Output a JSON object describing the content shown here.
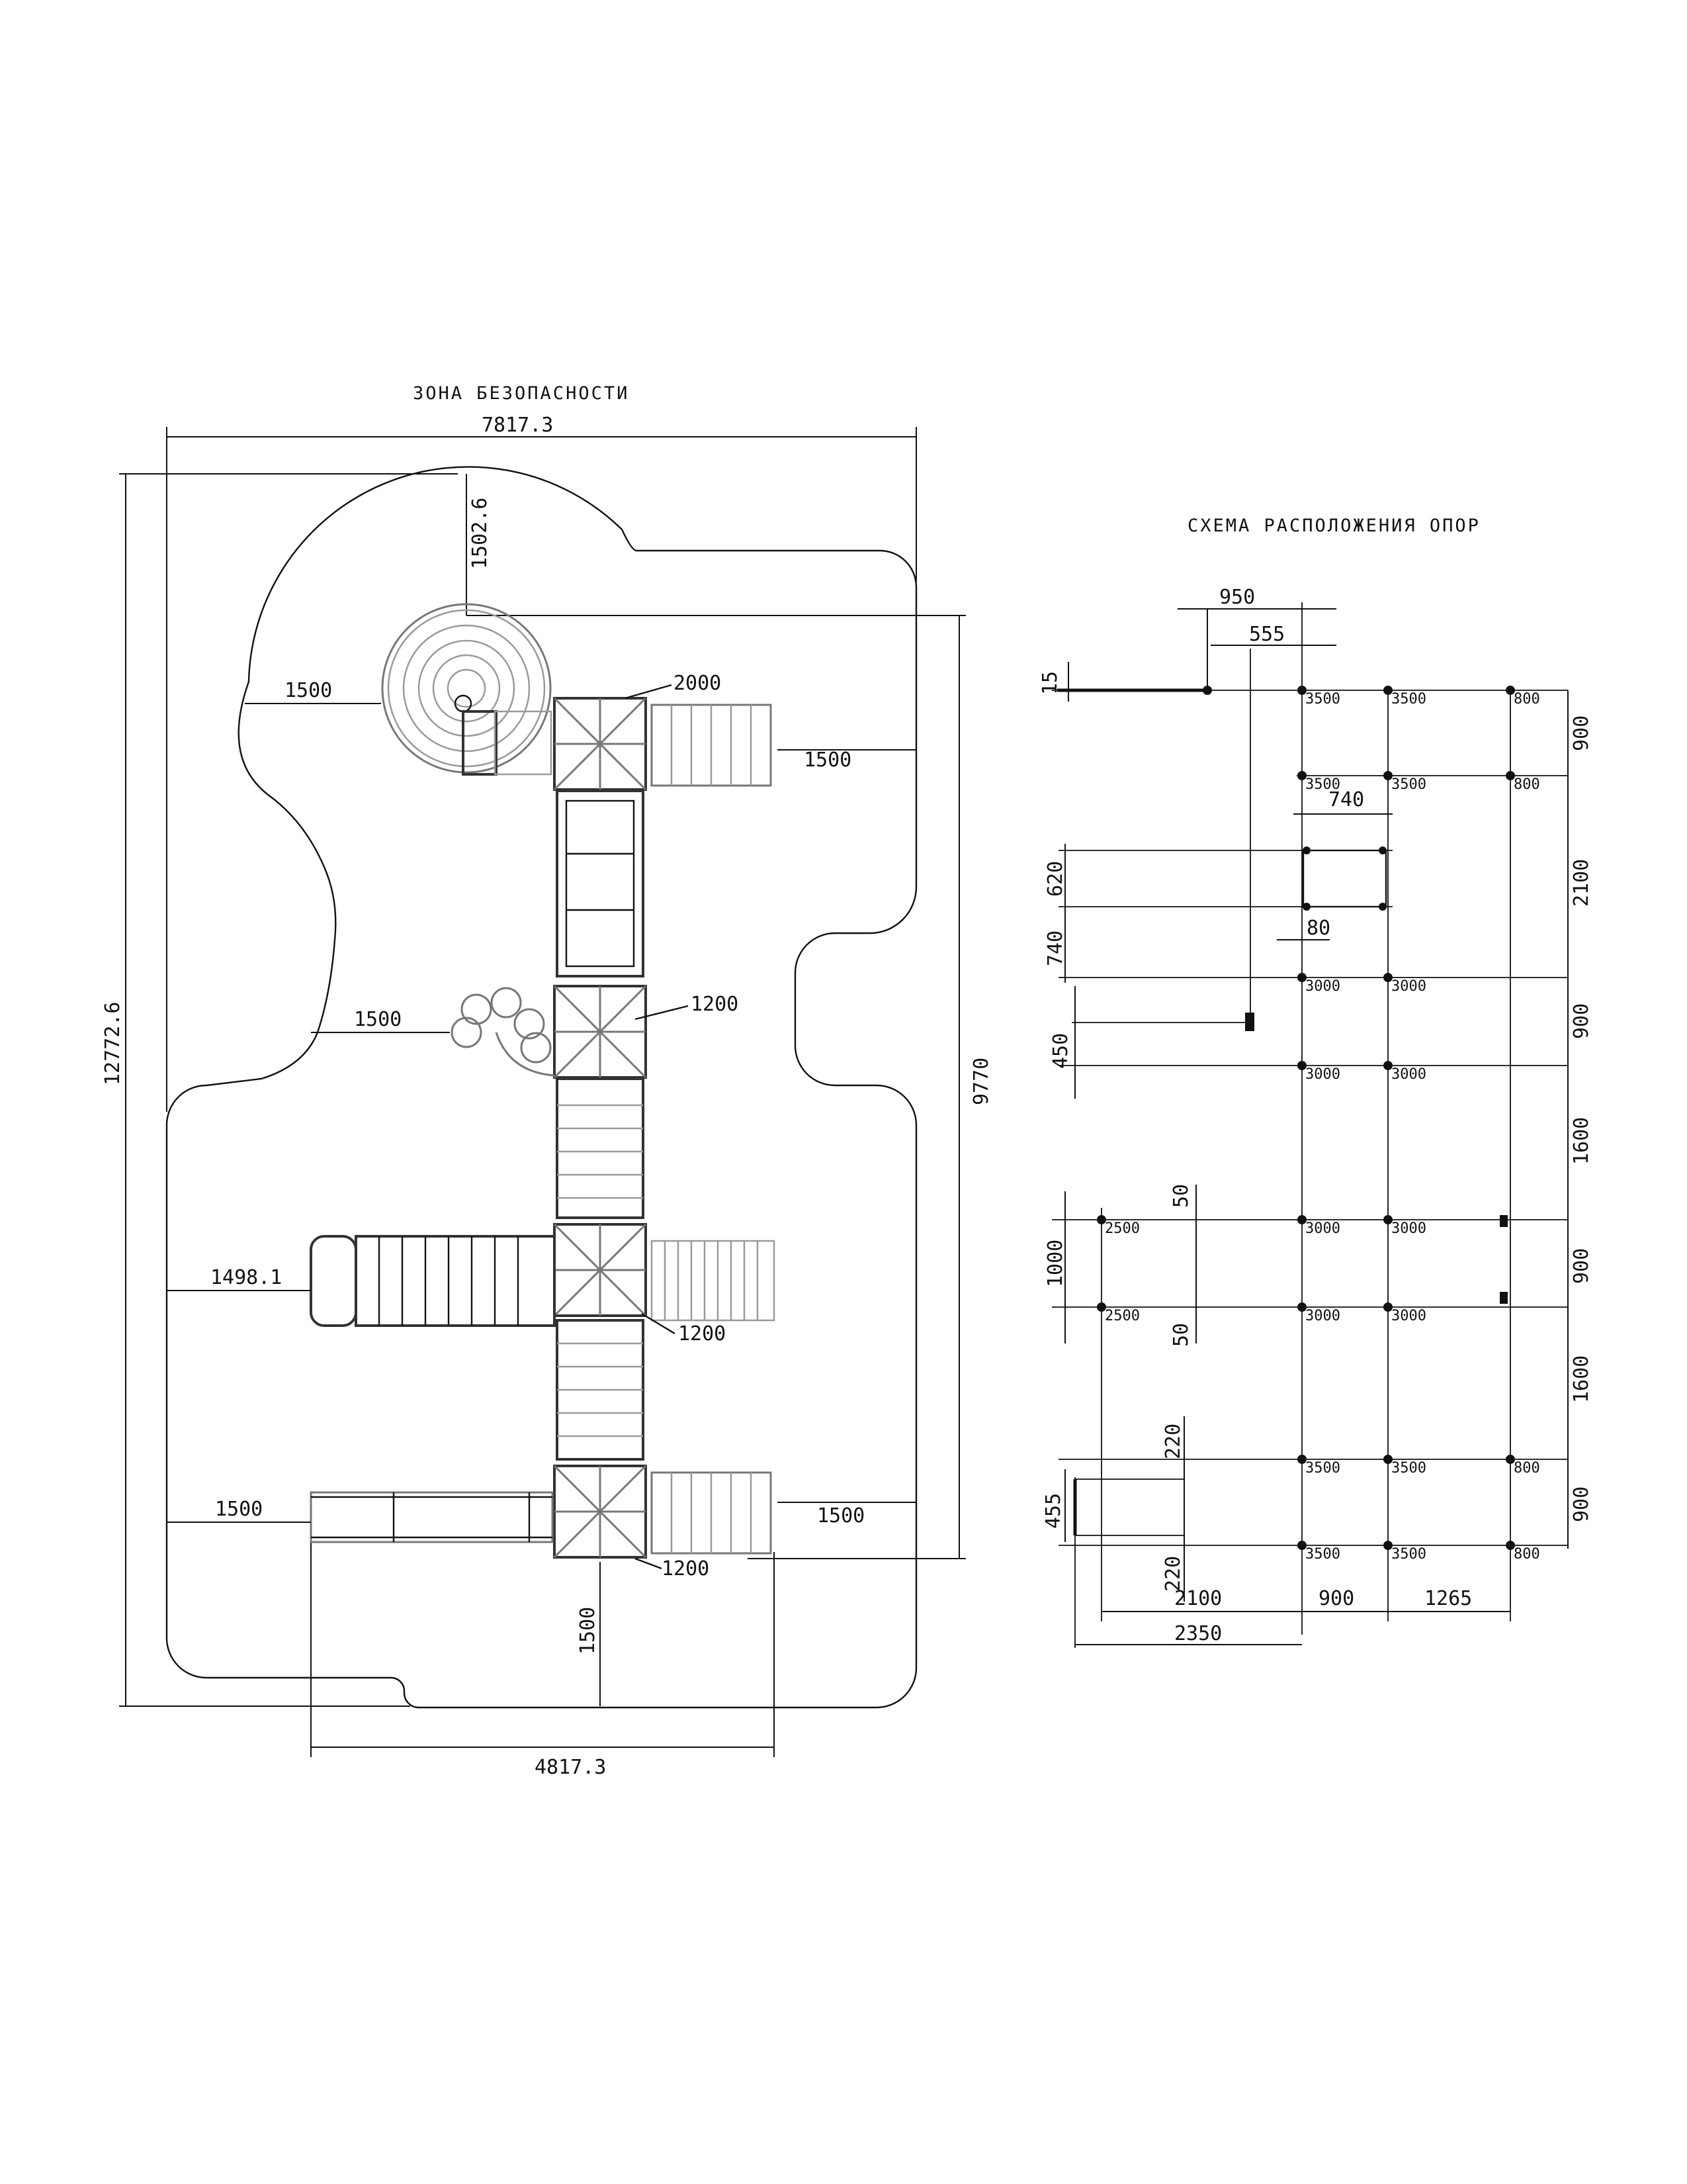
{
  "left_plan": {
    "title": "ЗОНА БЕЗОПАСНОСТИ",
    "dims": {
      "overall_width": "7817.3",
      "overall_height": "12772.6",
      "top_clearance": "1502.6",
      "equip_height": "9770",
      "base_width": "4817.3",
      "slide_left": "1500",
      "top_right": "1500",
      "mid_left": "1500",
      "left_slide": "1498.1",
      "bottom_left": "1500",
      "bottom_right": "1500",
      "bottom_clear": "1500"
    },
    "labels": {
      "tower_top": "2000",
      "tower_mid": "1200",
      "tower_low": "1200",
      "tower_bottom": "1200"
    }
  },
  "right_plan": {
    "title": "СХЕМА РАСПОЛОЖЕНИЯ ОПОР",
    "top_dims": [
      "950",
      "555"
    ],
    "inner_dims": [
      "740",
      "80"
    ],
    "left_dims": [
      "15",
      "620",
      "740",
      "450",
      "1000",
      "50",
      "50",
      "455",
      "220",
      "220"
    ],
    "right_dims": [
      "900",
      "2100",
      "900",
      "1600",
      "900",
      "1600",
      "900"
    ],
    "bottom_dims": [
      "2100",
      "900",
      "1265",
      "2350"
    ],
    "posts": {
      "row1": [
        "3500",
        "3500",
        "800"
      ],
      "row2": [
        "3500",
        "3500",
        "800"
      ],
      "row3": [
        "3000",
        "3000"
      ],
      "row4": [
        "3000",
        "3000"
      ],
      "row5": [
        "2500",
        "3000",
        "3000"
      ],
      "row6": [
        "2500",
        "3000",
        "3000"
      ],
      "row7": [
        "3500",
        "3500",
        "800"
      ],
      "row8": [
        "3500",
        "3500",
        "800"
      ]
    }
  }
}
